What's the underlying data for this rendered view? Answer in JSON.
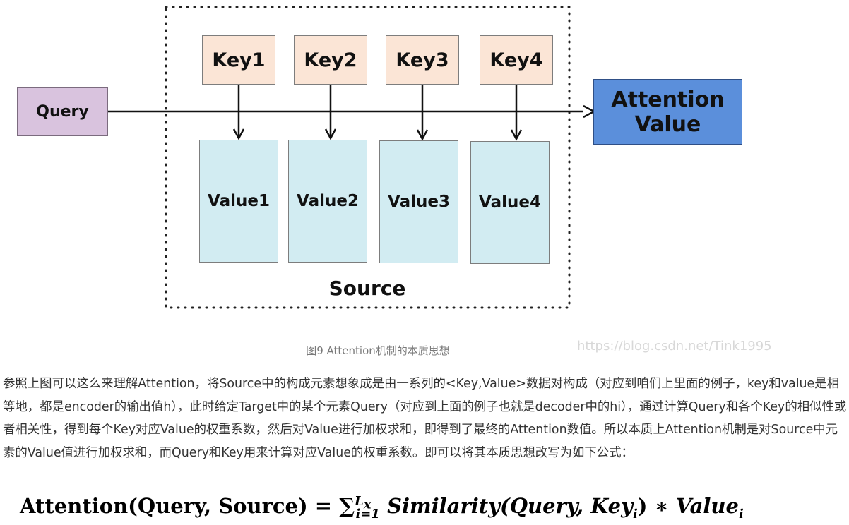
{
  "diagram": {
    "query": "Query",
    "keys": [
      "Key1",
      "Key2",
      "Key3",
      "Key4"
    ],
    "values": [
      "Value1",
      "Value2",
      "Value3",
      "Value4"
    ],
    "attention_line1": "Attention",
    "attention_line2": "Value",
    "source": "Source"
  },
  "caption": "图9 Attention机制的本质思想",
  "watermark": "https://blog.csdn.net/Tink1995",
  "paragraph": "参照上图可以这么来理解Attention，将Source中的构成元素想象成是由一系列的<Key,Value>数据对构成（对应到咱们上里面的例子，key和value是相等地，都是encoder的输出值h），此时给定Target中的某个元素Query（对应到上面的例子也就是decoder中的hi），通过计算Query和各个Key的相似性或者相关性，得到每个Key对应Value的权重系数，然后对Value进行加权求和，即得到了最终的Attention数值。所以本质上Attention机制是对Source中元素的Value值进行加权求和，而Query和Key用来计算对应Value的权重系数。即可以将其本质思想改写为如下公式：",
  "formula": {
    "lhs": "Attention(Query, Source) = ",
    "sum": "∑",
    "sub": "i=1",
    "sup": "L",
    "sup_sub": "x",
    "sim": "Similarity",
    "args": "(Query, Key",
    "key_sub": "i",
    "tail": ") ∗ ",
    "value": "Value",
    "value_sub": "i"
  }
}
